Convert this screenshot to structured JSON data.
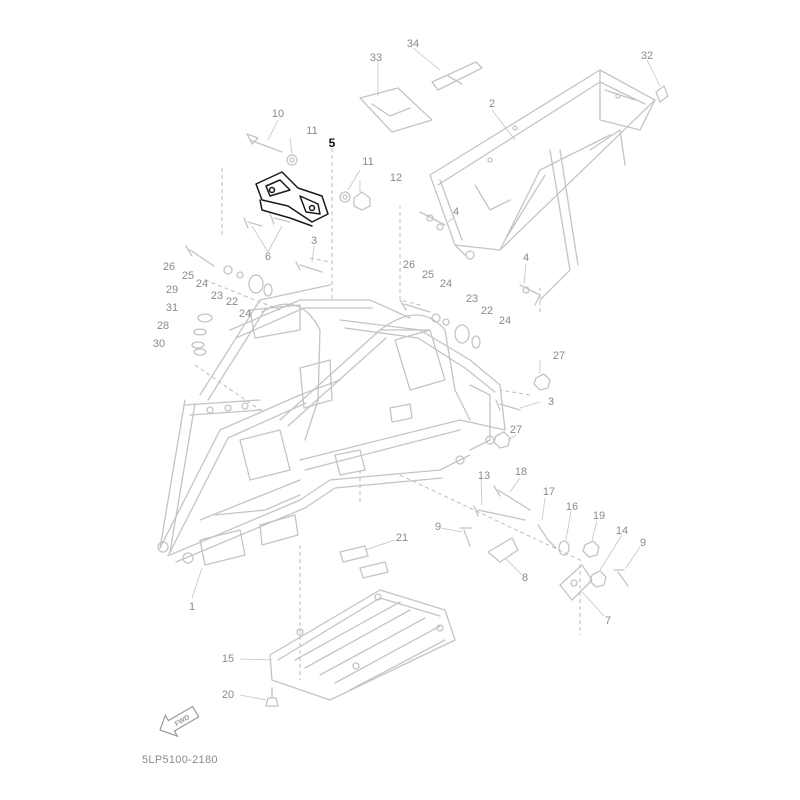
{
  "diagram": {
    "reference_code": "5LP5100-2180",
    "fwd_label": "FWD",
    "colors": {
      "line": "#c4c4c4",
      "dashed": "#bdbdbd",
      "highlight": "#1a1a1a",
      "label": "#8a8a8a"
    },
    "highlighted_part": "5",
    "parts": [
      {
        "id": "1"
      },
      {
        "id": "2"
      },
      {
        "id": "3a",
        "number": "3"
      },
      {
        "id": "3b",
        "number": "3"
      },
      {
        "id": "4a",
        "number": "4"
      },
      {
        "id": "4b",
        "number": "4"
      },
      {
        "id": "5"
      },
      {
        "id": "6"
      },
      {
        "id": "7"
      },
      {
        "id": "8"
      },
      {
        "id": "9a",
        "number": "9"
      },
      {
        "id": "9b",
        "number": "9"
      },
      {
        "id": "10"
      },
      {
        "id": "11a",
        "number": "11"
      },
      {
        "id": "11b",
        "number": "11"
      },
      {
        "id": "12"
      },
      {
        "id": "13"
      },
      {
        "id": "14"
      },
      {
        "id": "15"
      },
      {
        "id": "16"
      },
      {
        "id": "17"
      },
      {
        "id": "18"
      },
      {
        "id": "19"
      },
      {
        "id": "20"
      },
      {
        "id": "21"
      },
      {
        "id": "22a",
        "number": "22"
      },
      {
        "id": "22b",
        "number": "22"
      },
      {
        "id": "23a",
        "number": "23"
      },
      {
        "id": "23b",
        "number": "23"
      },
      {
        "id": "24a",
        "number": "24"
      },
      {
        "id": "24b",
        "number": "24"
      },
      {
        "id": "24c",
        "number": "24"
      },
      {
        "id": "24d",
        "number": "24"
      },
      {
        "id": "25a",
        "number": "25"
      },
      {
        "id": "25b",
        "number": "25"
      },
      {
        "id": "26a",
        "number": "26"
      },
      {
        "id": "26b",
        "number": "26"
      },
      {
        "id": "27a",
        "number": "27"
      },
      {
        "id": "27b",
        "number": "27"
      },
      {
        "id": "28"
      },
      {
        "id": "29"
      },
      {
        "id": "30"
      },
      {
        "id": "31"
      },
      {
        "id": "32"
      },
      {
        "id": "33"
      },
      {
        "id": "34"
      }
    ]
  }
}
